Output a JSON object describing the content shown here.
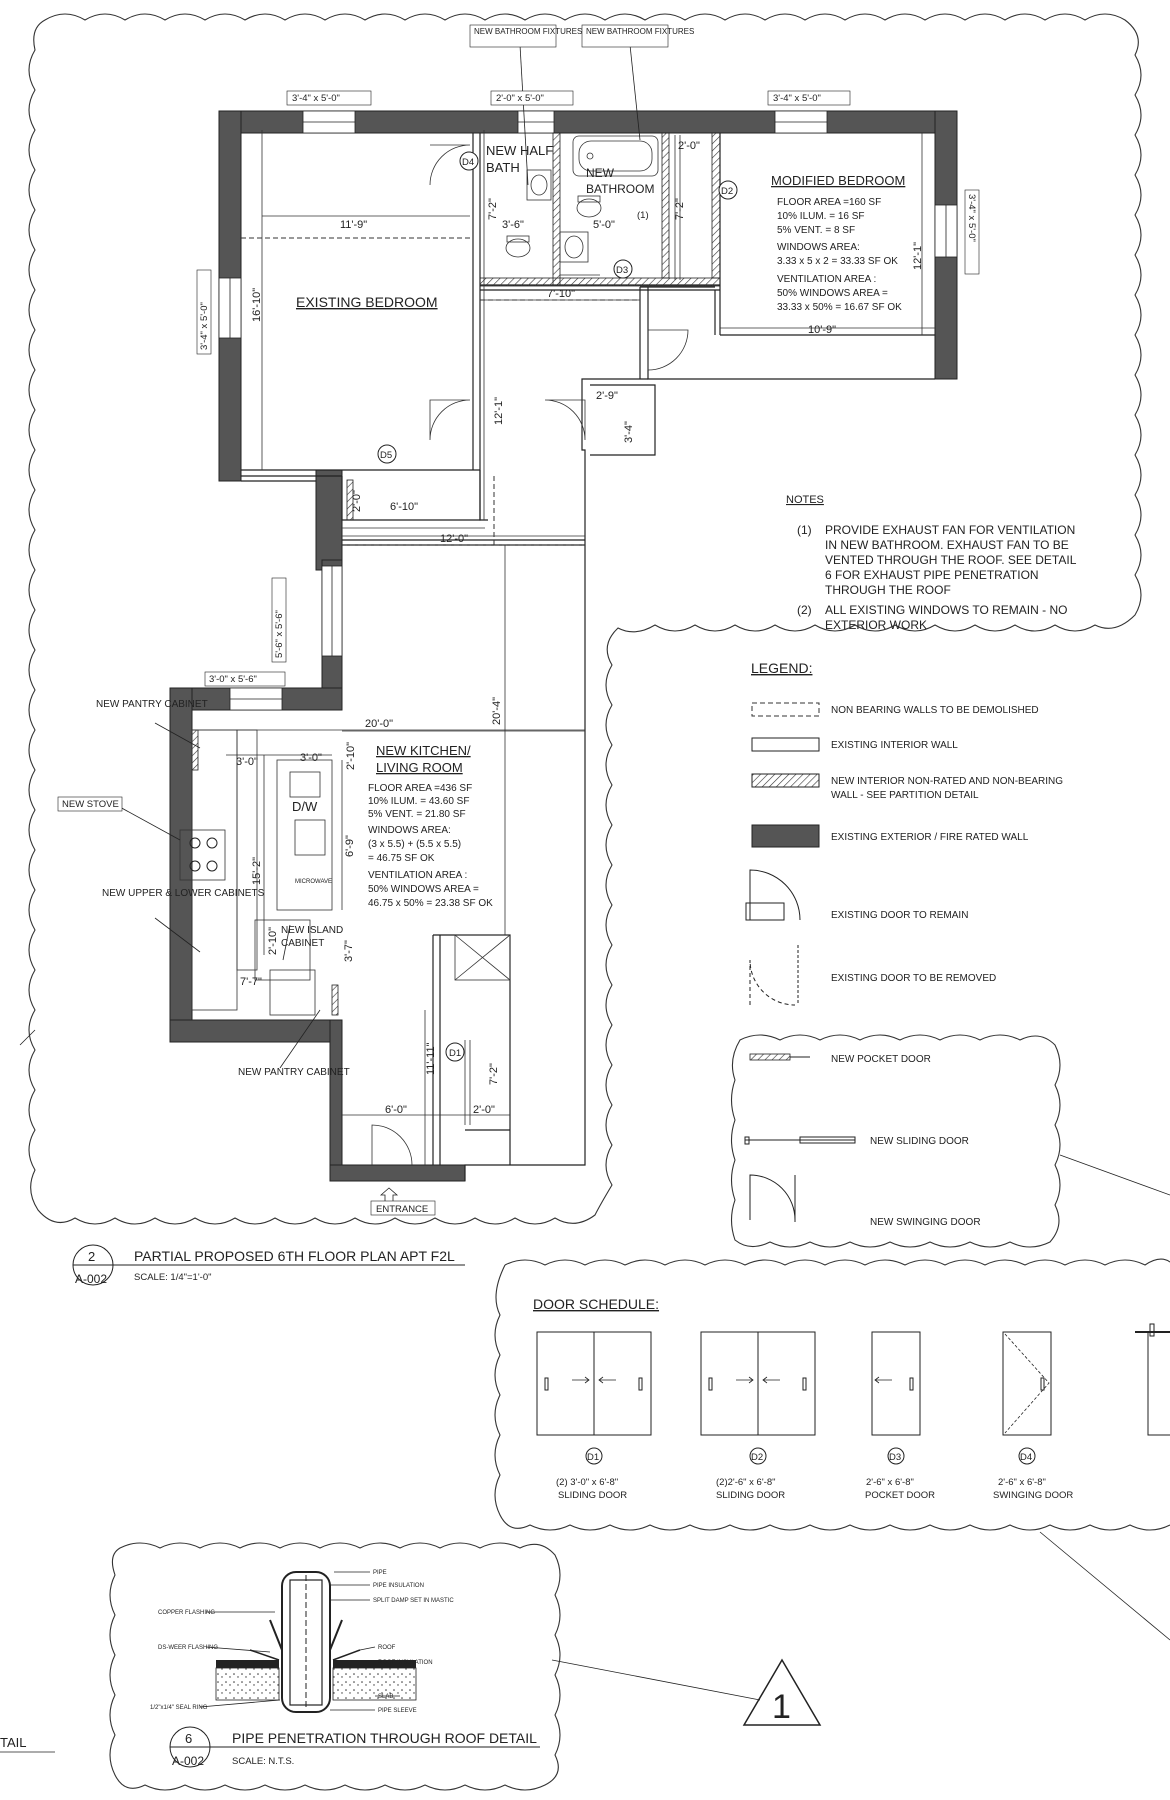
{
  "tags": {
    "new_bath_fixtures_1": "NEW BATHROOM FIXTURES",
    "new_bath_fixtures_2": "NEW BATHROOM FIXTURES",
    "win_top_1": "3'-4\" x 5'-0\"",
    "win_top_2": "2'-0\" x 5'-0\"",
    "win_top_3": "3'-4\" x 5'-0\"",
    "win_right": "3'-4\" x 5'-0\"",
    "win_left_1": "3'-4\" x 5'-0\"",
    "win_left_2": "5'-6\" x 5'-6\"",
    "win_pantry": "3'-0\" x 5'-6\"",
    "new_pantry_top": "NEW PANTRY CABINET",
    "new_stove": "NEW STOVE",
    "new_upper_lower": "NEW UPPER & LOWER CABINETS",
    "new_pantry_bottom": "NEW PANTRY CABINET",
    "entrance": "ENTRANCE"
  },
  "rooms": {
    "existing_bedroom": "EXISTING BEDROOM",
    "new_half_bath": [
      "NEW HALF",
      "BATH"
    ],
    "new_bathroom": [
      "NEW",
      "BATHROOM"
    ],
    "modified_bedroom": {
      "title": "MODIFIED BEDROOM",
      "lines": [
        "FLOOR AREA =160 SF",
        "10% ILUM. = 16 SF",
        "5% VENT. = 8 SF",
        "WINDOWS AREA:",
        "3.33 x 5 x 2 = 33.33 SF OK",
        "VENTILATION AREA :",
        "50% WINDOWS AREA =",
        "33.33 x 50% = 16.67 SF OK"
      ]
    },
    "kitchen": {
      "title": [
        "NEW KITCHEN/",
        "LIVING ROOM"
      ],
      "lines": [
        "FLOOR AREA =436 SF",
        "10% ILUM. = 43.60 SF",
        "5% VENT. = 21.80 SF",
        "WINDOWS AREA:",
        "(3 x 5.5) + (5.5 x 5.5)",
        "= 46.75 SF OK",
        "VENTILATION AREA :",
        "50% WINDOWS AREA =",
        "46.75 x 50% = 23.38 SF OK"
      ]
    },
    "dw": "D/W",
    "microwave": "MICROWAVE",
    "island": [
      "NEW ISLAND",
      "CABINET"
    ]
  },
  "dims": {
    "bed_w": "11'-9\"",
    "bed_h": "16'-10\"",
    "half_bath_w": "3'-6\"",
    "half_bath_h": "7'-2\"",
    "bath_w": "5'-0\"",
    "bath_note": "(1)",
    "bath_h": "7'-2\"",
    "bath_total": "7'-10\"",
    "closet_w": "2'-0\"",
    "mod_bed_w": "10'-9\"",
    "mod_bed_h": "12'-1\"",
    "hall_h": "12'-1\"",
    "closet2_w": "2'-9\"",
    "closet2_h": "3'-4\"",
    "closet3_w": "6'-10\"",
    "closet3_h": "2'-0\"",
    "living_w": "12'-0\"",
    "living_h": "20'-4\"",
    "kit_w": "20'-0\"",
    "kit_a": "3'-0\"",
    "kit_b": "3'-0\"",
    "kit_c": "2'-10\"",
    "kit_h": "15'-2\"",
    "kit_d": "6'-9\"",
    "kit_e": "2'-10\"",
    "kit_f": "3'-7\"",
    "kit_g": "7'-7\"",
    "entry_h": "11'-11\"",
    "entry_d": "7'-2\"",
    "entry_w": "6'-0\"",
    "entry_c": "2'-0\""
  },
  "doors": {
    "d1": "D1",
    "d2": "D2",
    "d3": "D3",
    "d4": "D4",
    "d5": "D5"
  },
  "notes": {
    "title": "NOTES",
    "items": [
      {
        "num": "(1)",
        "lines": [
          "PROVIDE EXHAUST FAN FOR VENTILATION",
          "IN NEW BATHROOM. EXHAUST FAN TO BE",
          "VENTED THROUGH THE ROOF. SEE DETAIL",
          "6 FOR EXHAUST PIPE PENETRATION",
          "THROUGH THE ROOF"
        ]
      },
      {
        "num": "(2)",
        "lines": [
          "ALL EXISTING WINDOWS TO REMAIN - NO",
          "EXTERIOR WORK"
        ]
      }
    ]
  },
  "legend": {
    "title": "LEGEND:",
    "items": [
      "NON BEARING WALLS TO BE DEMOLISHED",
      "EXISTING INTERIOR WALL",
      "NEW INTERIOR NON-RATED AND NON-BEARING",
      "WALL - SEE PARTITION DETAIL",
      "EXISTING EXTERIOR / FIRE RATED WALL",
      "EXISTING DOOR TO REMAIN",
      "EXISTING DOOR TO BE REMOVED"
    ],
    "new_doors": [
      "NEW POCKET DOOR",
      "NEW SLIDING DOOR",
      "NEW SWINGING DOOR"
    ]
  },
  "plan_title": {
    "num": "2",
    "sheet": "A-002",
    "title": "PARTIAL PROPOSED 6TH FLOOR PLAN APT F2L",
    "scale": "SCALE: 1/4\"=1'-0\""
  },
  "door_schedule": {
    "title": "DOOR SCHEDULE:",
    "items": [
      {
        "tag": "D1",
        "size": "(2) 3'-0\" x 6'-8\"",
        "type": "SLIDING DOOR"
      },
      {
        "tag": "D2",
        "size": "(2)2'-6\" x 6'-8\"",
        "type": "SLIDING DOOR"
      },
      {
        "tag": "D3",
        "size": "2'-6\" x 6'-8\"",
        "type": "POCKET DOOR"
      },
      {
        "tag": "D4",
        "size": "2'-6\" x 6'-8\"",
        "type": "SWINGING DOOR"
      }
    ]
  },
  "pipe_detail": {
    "num": "6",
    "sheet": "A-002",
    "title": "PIPE PENETRATION THROUGH ROOF DETAIL",
    "scale": "SCALE: N.T.S.",
    "labels_left": [
      "COPPER FLASHING",
      "DS-WEER FLASHING",
      "1/2\"x1/4\" SEAL RING"
    ],
    "labels_right": [
      "PIPE",
      "PIPE INSULATION",
      "SPLIT DAMP SET IN MASTIC",
      "ROOF",
      "ROOF INSULATION",
      "SLAB",
      "PIPE SLEEVE"
    ]
  },
  "revision": "1",
  "cut_label": "TAIL"
}
